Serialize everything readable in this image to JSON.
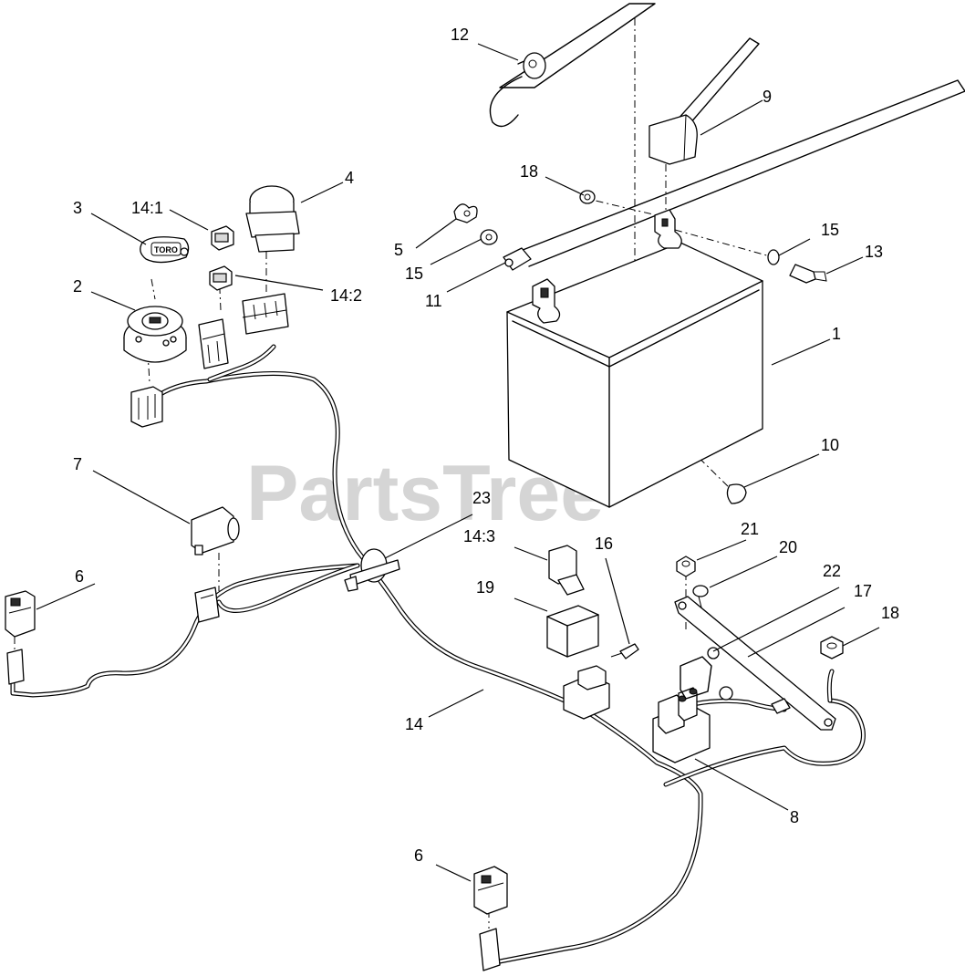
{
  "watermark": "PartsTree",
  "key_logo": "TORO",
  "callouts": {
    "c1": "1",
    "c2": "2",
    "c3": "3",
    "c4": "4",
    "c5": "5",
    "c6a": "6",
    "c6b": "6",
    "c7": "7",
    "c8": "8",
    "c9": "9",
    "c10": "10",
    "c11": "11",
    "c12": "12",
    "c13": "13",
    "c14": "14",
    "c14_1": "14:1",
    "c14_2": "14:2",
    "c14_3": "14:3",
    "c15a": "15",
    "c15b": "15",
    "c16": "16",
    "c17": "17",
    "c18a": "18",
    "c18b": "18",
    "c19": "19",
    "c20": "20",
    "c21": "21",
    "c22": "22",
    "c23": "23"
  }
}
